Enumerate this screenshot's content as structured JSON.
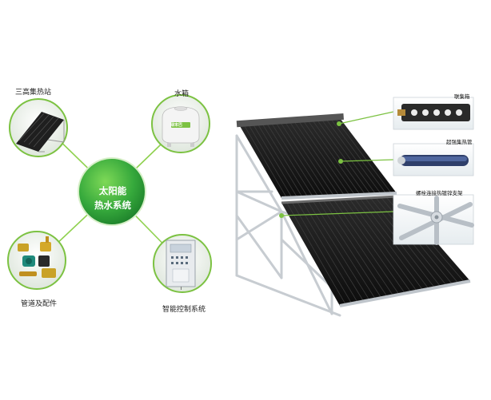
{
  "center": {
    "line1": "太阳能",
    "line2": "热水系统"
  },
  "nodes": [
    {
      "label": "三高集热站",
      "icon": "solar-collector-station"
    },
    {
      "label": "水箱",
      "icon": "water-tank",
      "tank_logo": "绿末巴"
    },
    {
      "label": "管道及配件",
      "icon": "pipes-fittings"
    },
    {
      "label": "智能控制系统",
      "icon": "control-cabinet"
    }
  ],
  "callouts": [
    {
      "label": "联集箱",
      "icon": "header-manifold"
    },
    {
      "label": "超强集热管",
      "icon": "vacuum-tube"
    },
    {
      "label": "螺栓连接热镀锌支架",
      "icon": "bolted-bracket"
    }
  ],
  "colors": {
    "accent": "#7cc242",
    "center_dark": "#1f8a2c",
    "center_light": "#5cc14a",
    "tube": "#1a1a1a",
    "frame": "#c7ccd1"
  }
}
